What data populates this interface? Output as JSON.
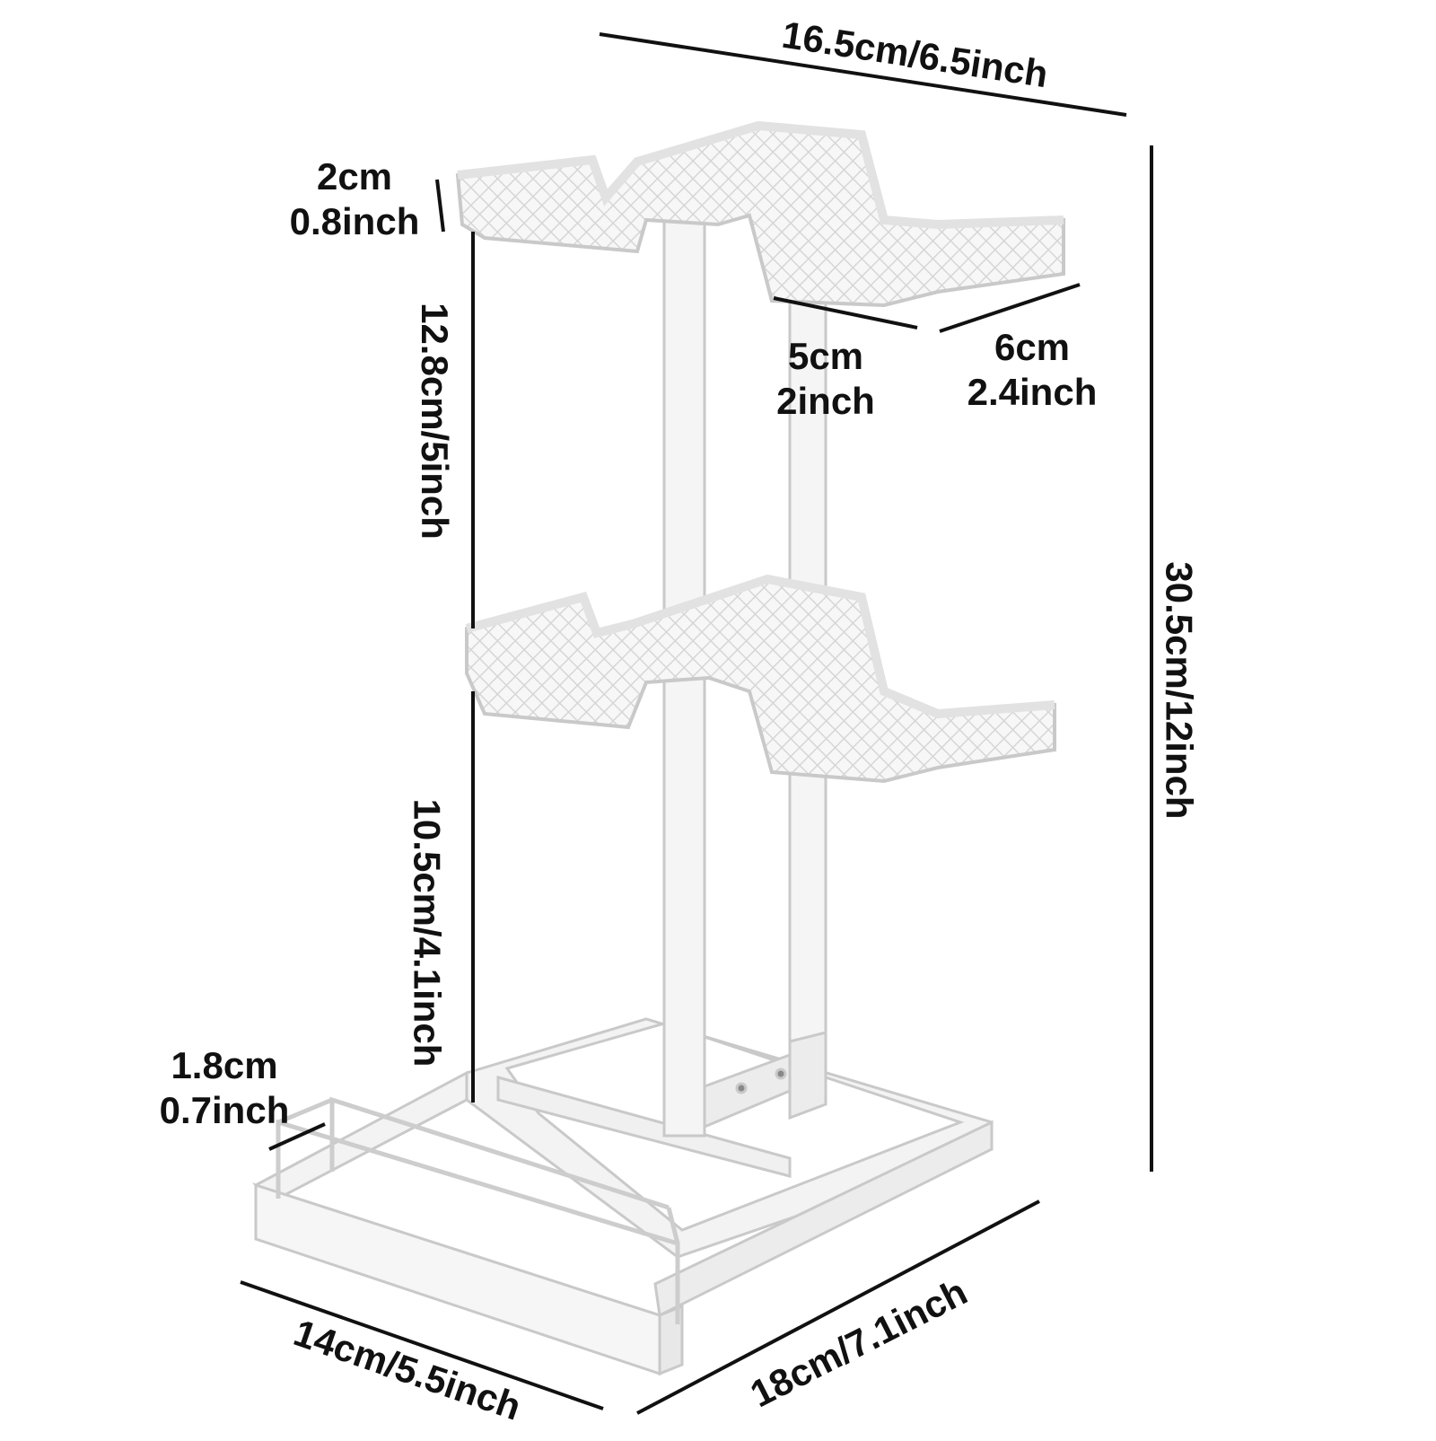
{
  "dimensions": {
    "top_width": "16.5cm/6.5inch",
    "total_height": "30.5cm/12inch",
    "tray_lip_cm": "2cm",
    "tray_lip_in": "0.8inch",
    "upper_gap": "12.8cm/5inch",
    "tray_inner_cm": "5cm",
    "tray_inner_in": "2inch",
    "tray_depth_cm": "6cm",
    "tray_depth_in": "2.4inch",
    "lower_gap": "10.5cm/4.1inch",
    "base_lip_cm": "1.8cm",
    "base_lip_in": "0.7inch",
    "base_width": "14cm/5.5inch",
    "base_length": "18cm/7.1inch"
  },
  "colors": {
    "product": "#f4f4f4",
    "product_edge": "#cfcfcf",
    "dimension_line": "#111111"
  }
}
